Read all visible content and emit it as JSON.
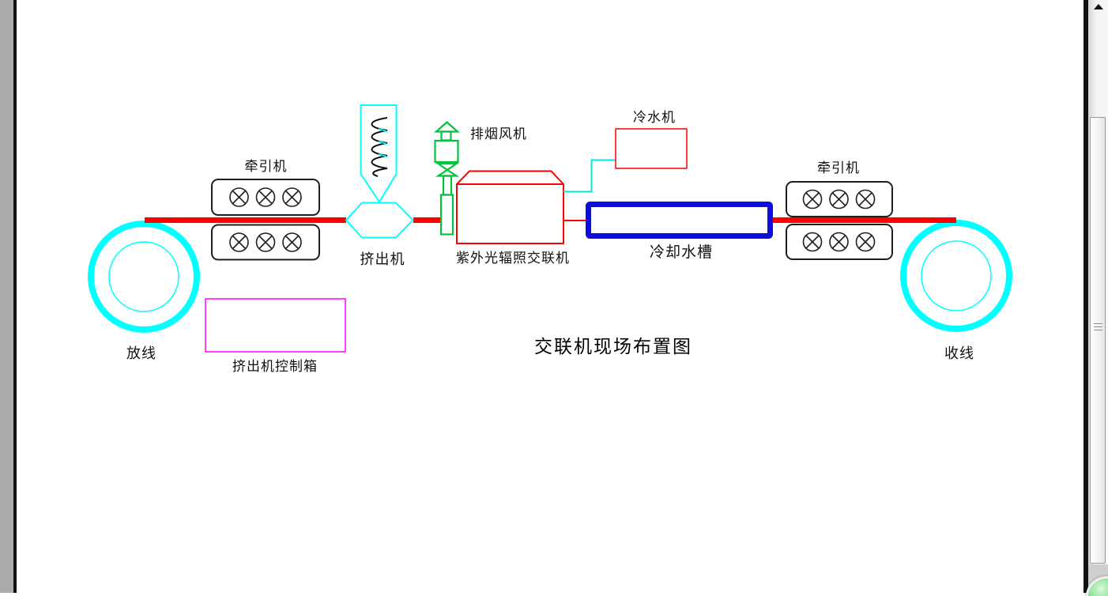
{
  "title": "交联机现场布置图",
  "diagram": {
    "labels": {
      "payoff_reel": "放线",
      "takeup_reel": "收线",
      "traction_machine_left": "牵引机",
      "traction_machine_right": "牵引机",
      "extruder": "挤出机",
      "extruder_control_box": "挤出机控制箱",
      "exhaust_fan": "排烟风机",
      "uv_crosslinking_machine": "紫外光辐照交联机",
      "chiller": "冷水机",
      "cooling_water_tank": "冷却水槽"
    },
    "colors": {
      "reel_cyan": "#00ffff",
      "wire_red": "#ff0000",
      "machine_red": "#ff0000",
      "fan_green": "#00c43c",
      "tank_blue": "#0d0de0",
      "control_box_magenta": "#ff00ff",
      "outline_black": "#1f1f1f"
    },
    "icons": {
      "roller": "circle-with-x-roller-icon",
      "screw": "extruder-screw-spring-icon"
    }
  },
  "scrollbar": {
    "orientation": "vertical",
    "up_arrow": "black-up-triangle",
    "grip": "three-line-grip"
  },
  "helper_ball": "green-sphere-widget"
}
